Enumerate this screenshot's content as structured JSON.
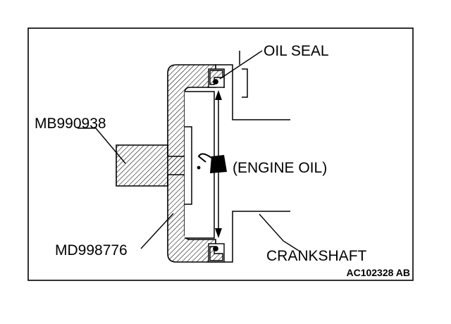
{
  "labels": {
    "oil_seal": "OIL SEAL",
    "tool_handle": "MB990938",
    "tool_installer": "MD998776",
    "engine_oil": "(ENGINE OIL)",
    "crankshaft": "CRANKSHAFT",
    "figure_code": "AC102328 AB"
  },
  "colors": {
    "ink": "#000000",
    "paper": "#ffffff"
  },
  "icons": {
    "oil_can": "oil-can-icon"
  }
}
